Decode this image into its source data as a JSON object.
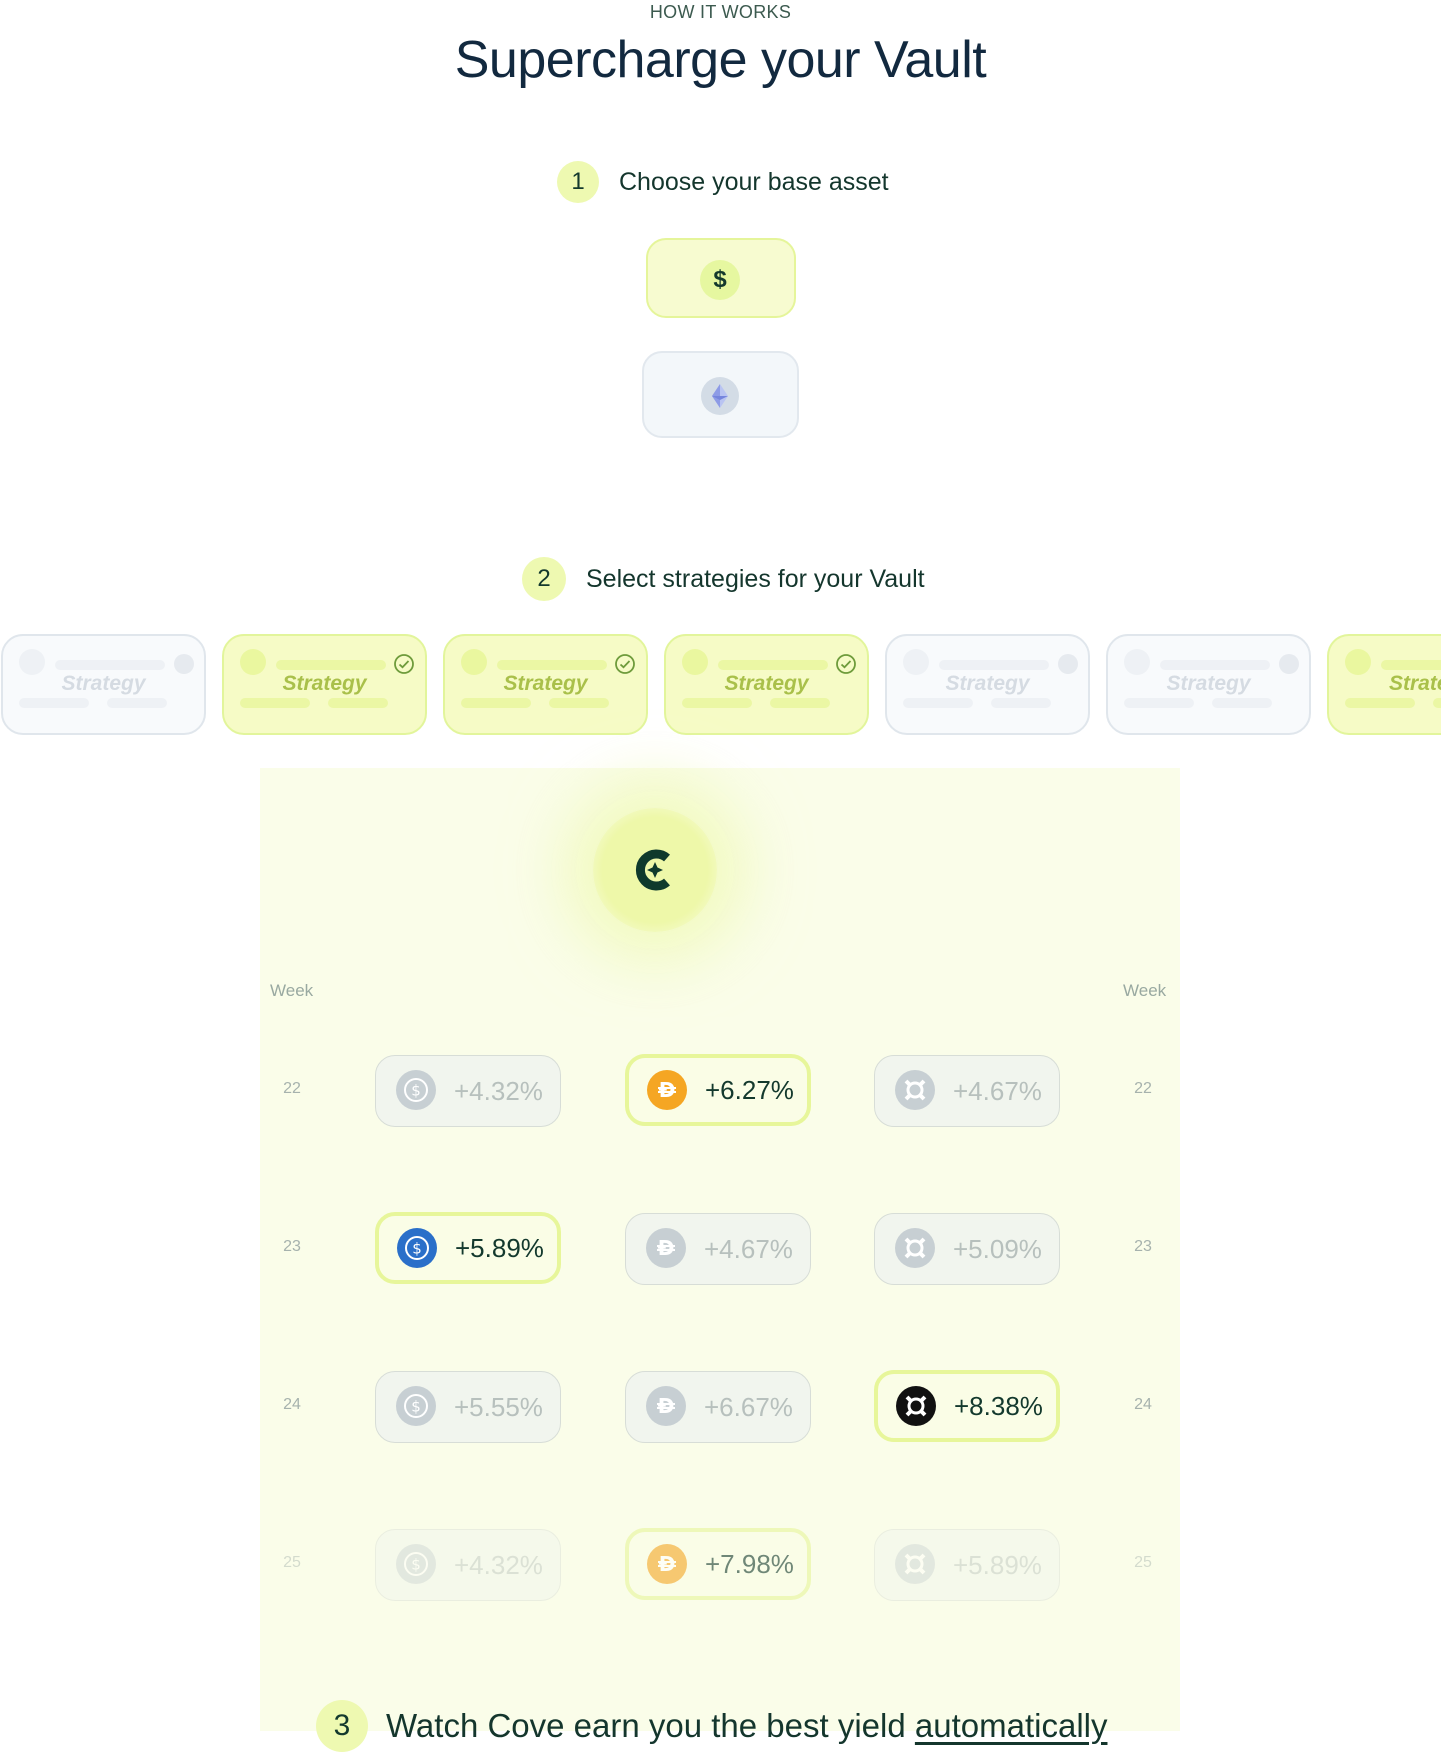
{
  "header": {
    "eyebrow": "HOW IT WORKS",
    "title": "Supercharge your Vault"
  },
  "steps": [
    {
      "number": "1",
      "label": "Choose your base asset"
    },
    {
      "number": "2",
      "label": "Select strategies for your Vault"
    },
    {
      "number": "3",
      "label": "Watch Cove earn you the best yield",
      "emphasis": "automatically"
    }
  ],
  "assets": [
    {
      "symbol": "$",
      "icon": "dollar-icon",
      "selected": true
    },
    {
      "icon": "ethereum-icon",
      "selected": false
    }
  ],
  "strategies": [
    {
      "label": "Strategy",
      "selected": false
    },
    {
      "label": "Strategy",
      "selected": true
    },
    {
      "label": "Strategy",
      "selected": true
    },
    {
      "label": "Strategy",
      "selected": true
    },
    {
      "label": "Strategy",
      "selected": false
    },
    {
      "label": "Strategy",
      "selected": false
    },
    {
      "label": "Strategy",
      "selected": true
    }
  ],
  "vault": {
    "logo_icon": "cove-logo-icon",
    "week_header": "Week",
    "rows": [
      {
        "week": "22",
        "cells": [
          {
            "icon": "usdc-icon",
            "value": "+4.32%",
            "highlight": false
          },
          {
            "icon": "dai-icon",
            "value": "+6.27%",
            "highlight": true
          },
          {
            "icon": "frax-icon",
            "value": "+4.67%",
            "highlight": false
          }
        ]
      },
      {
        "week": "23",
        "cells": [
          {
            "icon": "usdc-icon",
            "value": "+5.89%",
            "highlight": true
          },
          {
            "icon": "dai-icon",
            "value": "+4.67%",
            "highlight": false
          },
          {
            "icon": "frax-icon",
            "value": "+5.09%",
            "highlight": false
          }
        ]
      },
      {
        "week": "24",
        "cells": [
          {
            "icon": "usdc-icon",
            "value": "+5.55%",
            "highlight": false
          },
          {
            "icon": "dai-icon",
            "value": "+6.67%",
            "highlight": false
          },
          {
            "icon": "frax-icon",
            "value": "+8.38%",
            "highlight": true
          }
        ]
      },
      {
        "week": "25",
        "cells": [
          {
            "icon": "usdc-icon",
            "value": "+4.32%",
            "highlight": false
          },
          {
            "icon": "dai-icon",
            "value": "+7.98%",
            "highlight": true
          },
          {
            "icon": "frax-icon",
            "value": "+5.89%",
            "highlight": false
          }
        ]
      }
    ]
  },
  "colors": {
    "accent": "#eef9b1",
    "accent_border": "#e2f59b",
    "text_dark": "#13392d",
    "usdc": "#2a6fc9",
    "dai": "#f5a623",
    "frax": "#111111"
  }
}
